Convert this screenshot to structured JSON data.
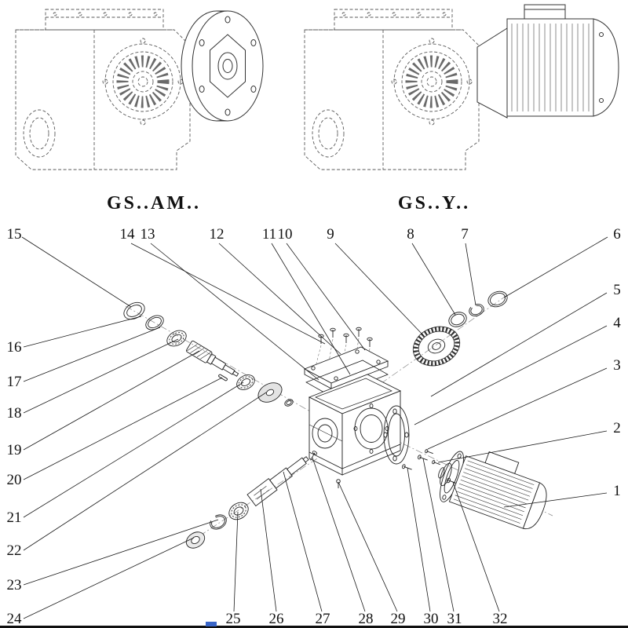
{
  "labels": {
    "left_model": "GS..AM..",
    "right_model": "GS..Y.."
  },
  "callouts": {
    "c1": "1",
    "c2": "2",
    "c3": "3",
    "c4": "4",
    "c5": "5",
    "c6": "6",
    "c7": "7",
    "c8": "8",
    "c9": "9",
    "c10": "10",
    "c11": "11",
    "c12": "12",
    "c13": "13",
    "c14": "14",
    "c15": "15",
    "c16": "16",
    "c17": "17",
    "c18": "18",
    "c19": "19",
    "c20": "20",
    "c21": "21",
    "c22": "22",
    "c23": "23",
    "c24": "24",
    "c25": "25",
    "c26": "26",
    "c27": "27",
    "c28": "28",
    "c29": "29",
    "c30": "30",
    "c31": "31",
    "c32": "32"
  }
}
